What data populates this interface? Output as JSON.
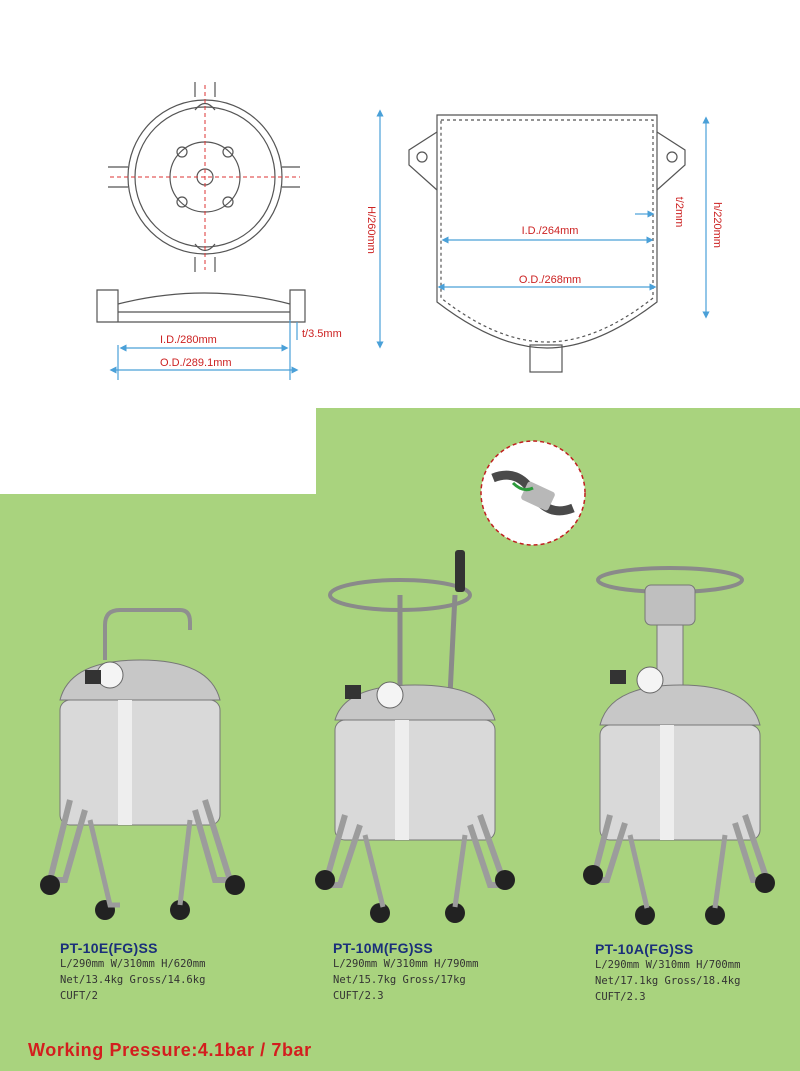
{
  "lid_drawing": {
    "inner_diameter": "I.D./280mm",
    "outer_diameter": "O.D./289.1mm",
    "thickness": "t/3.5mm"
  },
  "tank_drawing": {
    "height": "H/260mm",
    "inner_height": "h/220mm",
    "wall_thickness": "t/2mm",
    "inner_diameter": "I.D./264mm",
    "outer_diameter": "O.D./268mm"
  },
  "products": [
    {
      "model": "PT-10E(FG)SS",
      "dims": "L/290mm  W/310mm  H/620mm",
      "weight": "Net/13.4kg  Gross/14.6kg",
      "cuft": "CUFT/2"
    },
    {
      "model": "PT-10M(FG)SS",
      "dims": "L/290mm  W/310mm  H/790mm",
      "weight": "Net/15.7kg  Gross/17kg",
      "cuft": "CUFT/2.3"
    },
    {
      "model": "PT-10A(FG)SS",
      "dims": "L/290mm  W/310mm  H/700mm",
      "weight": "Net/17.1kg  Gross/18.4kg",
      "cuft": "CUFT/2.3"
    }
  ],
  "footer": {
    "working_pressure": "Working Pressure:4.1bar / 7bar"
  },
  "colors": {
    "green_bg": "#a9d37e",
    "dimension_red": "#cc2222",
    "dimension_blue": "#4aa0d8",
    "model_blue": "#1a2f7a",
    "footer_red": "#d31e1e"
  },
  "icons": [
    "tank-top-view",
    "lid-side-view",
    "tank-cross-section",
    "hose-detail-inset",
    "pressure-tank-pt10e",
    "pressure-tank-pt10m",
    "pressure-tank-pt10a"
  ]
}
